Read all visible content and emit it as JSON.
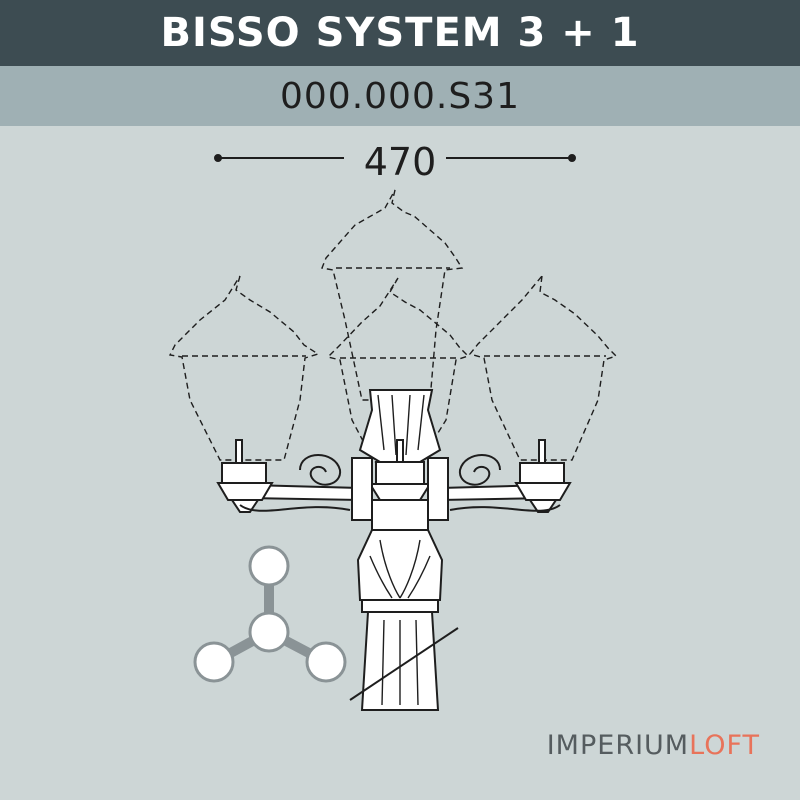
{
  "header": {
    "title": "BISSO SYSTEM 3 + 1",
    "code": "000.000.S31"
  },
  "dimension": {
    "width_label": "470"
  },
  "brand": {
    "part1": "IMPERIUM",
    "part2": "LOFT"
  },
  "colors": {
    "title_bar": "#3d4c52",
    "code_bar": "#9fb0b4",
    "background": "#cdd6d6",
    "brand_dark": "#555c5f",
    "brand_accent": "#e8735a"
  },
  "icons": [
    "three-arm-layout-icon",
    "lamp-post-drawing"
  ]
}
